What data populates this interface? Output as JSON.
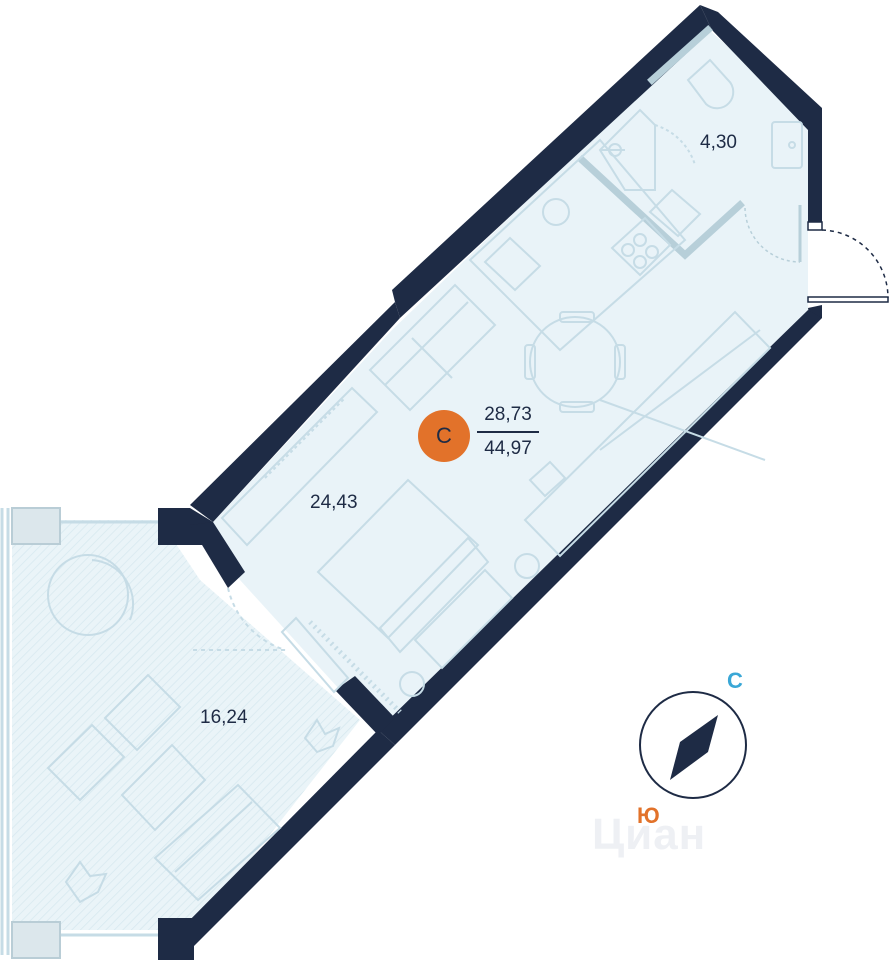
{
  "plan": {
    "unit_type_badge": "С",
    "living_area": "28,73",
    "total_area": "44,97",
    "rooms": [
      {
        "id": "bathroom",
        "area": "4,30"
      },
      {
        "id": "main-room",
        "area": "24,43"
      },
      {
        "id": "loggia",
        "area": "16,24"
      }
    ]
  },
  "compass": {
    "north_label": "С",
    "south_label": "Ю"
  },
  "watermark": "Циан",
  "colors": {
    "wall": "#1e2b45",
    "floor": "#e9f3f8",
    "furniture": "#c6dce6",
    "badge": "#e2722a",
    "north": "#3aa7d6",
    "south": "#e2722a",
    "text": "#1e2b45"
  }
}
